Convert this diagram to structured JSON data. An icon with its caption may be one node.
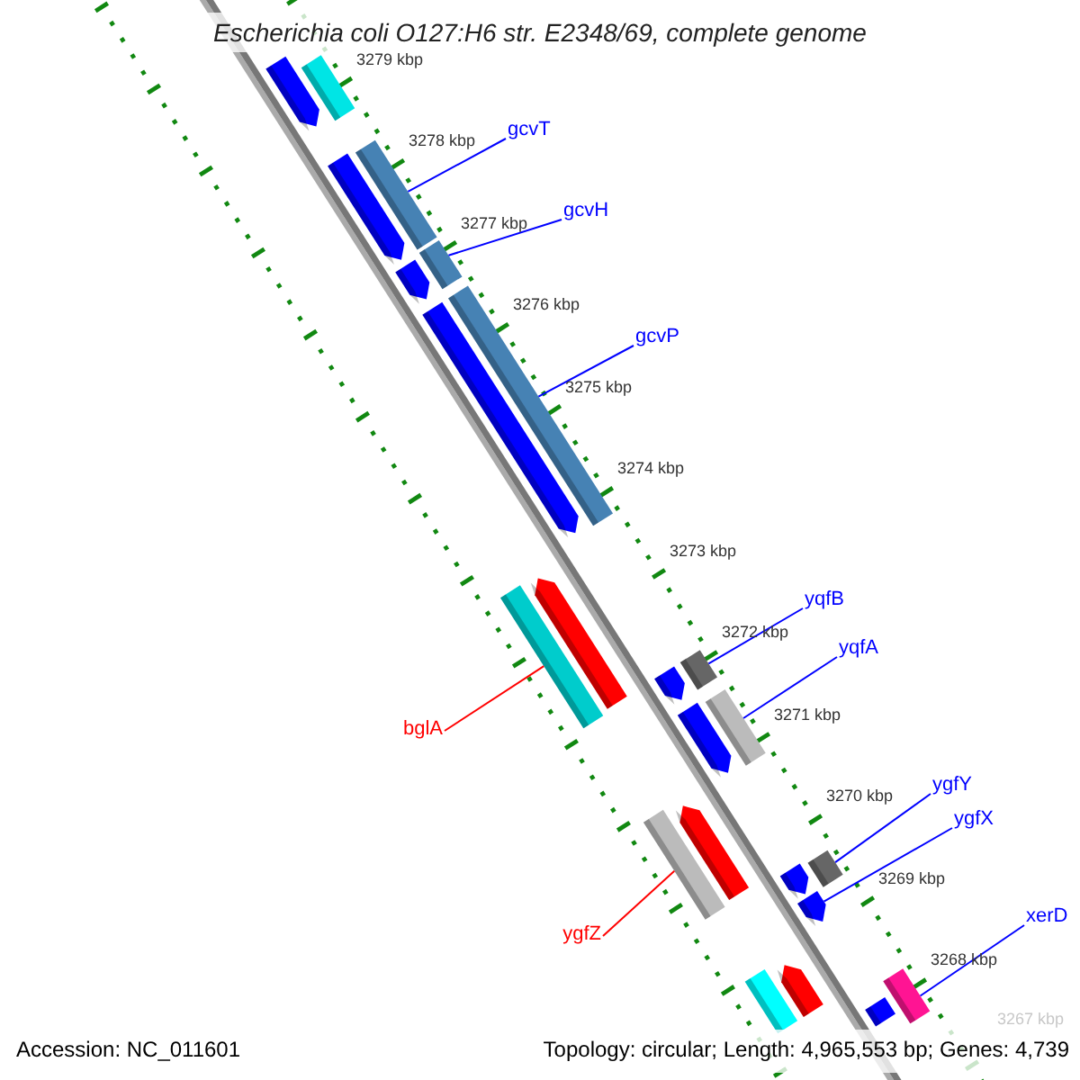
{
  "diagram": {
    "title": "Escherichia coli O127:H6 str. E2348/69, complete genome",
    "nodes": [
      {
        "text": [
          "gcvT"
        ]
      },
      {
        "text": [
          "gcvH"
        ]
      },
      {
        "text": [
          "gcvP"
        ]
      },
      {
        "text": [
          "yqfB"
        ]
      },
      {
        "text": [
          "yqfA"
        ]
      },
      {
        "text": [
          "bglA"
        ]
      },
      {
        "text": [
          "ygfY"
        ]
      },
      {
        "text": [
          "ygfX"
        ]
      },
      {
        "text": [
          "xerD"
        ]
      },
      {
        "text": [
          "ygfZ"
        ]
      },
      {
        "text": [],
        "shape": "arrow"
      },
      {
        "text": [],
        "shape": "box"
      },
      {
        "text": [],
        "shape": "arrow"
      },
      {
        "text": [],
        "shape": "box"
      },
      {
        "text": [],
        "shape": "box"
      },
      {
        "text": [],
        "shape": "arrow"
      },
      {
        "text": [],
        "shape": "arrow"
      },
      {
        "text": [],
        "shape": "box"
      },
      {
        "text": [],
        "shape": "box"
      },
      {
        "text": [],
        "shape": "arrow"
      },
      {
        "text": [],
        "shape": "arrow"
      },
      {
        "text": [],
        "shape": "box"
      },
      {
        "text": [],
        "shape": "arrow"
      },
      {
        "text": [],
        "shape": "box"
      },
      {
        "text": [],
        "shape": "box"
      },
      {
        "text": [],
        "shape": "arrow"
      },
      {
        "text": [],
        "shape": "arrow"
      },
      {
        "text": [],
        "shape": "box"
      },
      {
        "text": [],
        "shape": "arrow"
      },
      {
        "text": [],
        "shape": "box"
      },
      {
        "text": [],
        "shape": "arrow"
      },
      {
        "text": [],
        "shape": "box"
      },
      {
        "text": [],
        "shape": "box"
      }
    ],
    "edges": [
      {
        "from": 0,
        "to": 13,
        "arrow": "none"
      },
      {
        "from": 1,
        "to": 14,
        "arrow": "none"
      },
      {
        "from": 2,
        "to": 17,
        "arrow": "none"
      },
      {
        "from": 3,
        "to": 21,
        "arrow": "none"
      },
      {
        "from": 4,
        "to": 23,
        "arrow": "none"
      },
      {
        "from": 5,
        "to": 18,
        "arrow": "none",
        "color": "#ff0000"
      },
      {
        "from": 6,
        "to": 27,
        "arrow": "none"
      },
      {
        "from": 7,
        "to": 28,
        "arrow": "none"
      },
      {
        "from": 8,
        "to": 31,
        "arrow": "none"
      },
      {
        "from": 9,
        "to": 24,
        "arrow": "none",
        "color": "#ff0000"
      }
    ],
    "labels": [
      "3279 kbp",
      "3278 kbp",
      "3277 kbp",
      "3276 kbp",
      "3275 kbp",
      "3274 kbp",
      "3273 kbp",
      "3272 kbp",
      "3271 kbp",
      "3270 kbp",
      "3269 kbp",
      "3268 kbp",
      "3267 kbp",
      "Accession: NC_011601",
      "Topology: circular; Length: 4,965,553 bp; Genes: 4,739"
    ]
  }
}
